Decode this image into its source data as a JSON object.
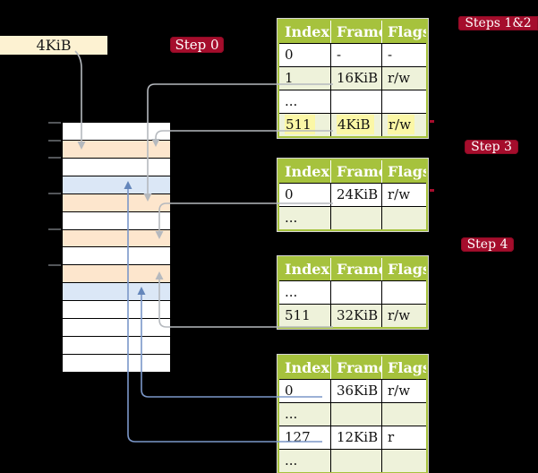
{
  "palette": {
    "background": "#000000",
    "badge_red": "#a50d2c",
    "table_header_green": "#a6c23d",
    "table_row_green": "#eef2da",
    "highlight_yellow": "#fbf7a6",
    "memory_frame_orange": "#fde6cd",
    "memory_frame_blue": "#dbe7f6",
    "frame_label_cream": "#fdf2d2",
    "arrow_gray": "#b5b9be",
    "arrow_blue": "#7b97c9"
  },
  "labels": {
    "frame_size": "4KiB",
    "step0": "Step 0",
    "steps12": "Steps 1&2",
    "step3": "Step 3",
    "step4": "Step 4"
  },
  "memory_column": {
    "rows": [
      {
        "type": "white"
      },
      {
        "type": "orange"
      },
      {
        "type": "white"
      },
      {
        "type": "blue"
      },
      {
        "type": "orange"
      },
      {
        "type": "white"
      },
      {
        "type": "orange"
      },
      {
        "type": "white"
      },
      {
        "type": "orange"
      },
      {
        "type": "blue"
      },
      {
        "type": "white"
      },
      {
        "type": "white"
      },
      {
        "type": "white"
      },
      {
        "type": "white"
      }
    ]
  },
  "tables": [
    {
      "id": "level4",
      "headers": [
        "Index",
        "Frame",
        "Flags"
      ],
      "rows": [
        {
          "cells": [
            "0",
            "-",
            "-"
          ]
        },
        {
          "cells": [
            "1",
            "16KiB",
            "r/w"
          ]
        },
        {
          "cells": [
            "...",
            "",
            ""
          ]
        },
        {
          "cells": [
            "511",
            "4KiB",
            "r/w"
          ]
        }
      ]
    },
    {
      "id": "level3",
      "headers": [
        "Index",
        "Frame",
        "Flags"
      ],
      "rows": [
        {
          "cells": [
            "0",
            "24KiB",
            "r/w"
          ]
        },
        {
          "cells": [
            "...",
            "",
            ""
          ]
        }
      ]
    },
    {
      "id": "level2",
      "headers": [
        "Index",
        "Frame",
        "Flags"
      ],
      "rows": [
        {
          "cells": [
            "...",
            "",
            ""
          ]
        },
        {
          "cells": [
            "511",
            "32KiB",
            "r/w"
          ]
        }
      ]
    },
    {
      "id": "level1",
      "headers": [
        "Index",
        "Frame",
        "Flags"
      ],
      "rows": [
        {
          "cells": [
            "0",
            "36KiB",
            "r/w"
          ]
        },
        {
          "cells": [
            "...",
            "",
            ""
          ]
        },
        {
          "cells": [
            "127",
            "12KiB",
            "r"
          ]
        },
        {
          "cells": [
            "...",
            "",
            ""
          ]
        }
      ]
    }
  ]
}
